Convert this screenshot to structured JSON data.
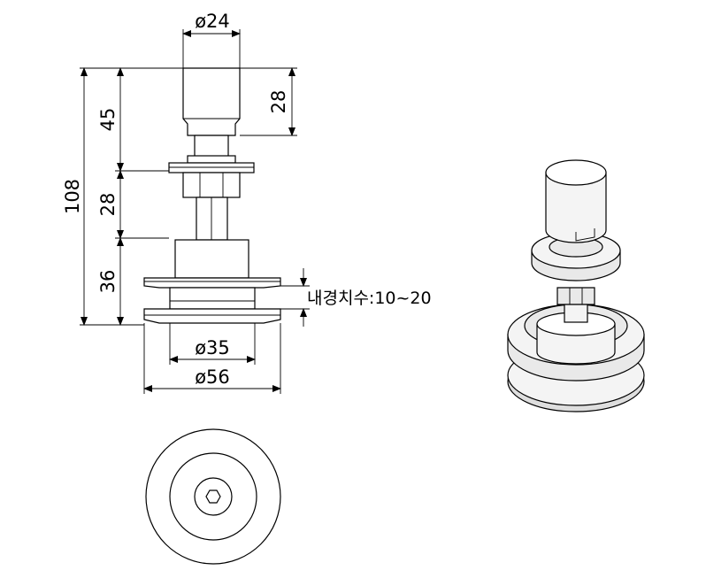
{
  "dimensions": {
    "top_diameter": "ø24",
    "cap_height": "28",
    "upper_length": "45",
    "middle_length": "28",
    "lower_length": "36",
    "total_length": "108",
    "base_inner_diameter": "ø35",
    "base_outer_diameter": "ø56"
  },
  "notes": {
    "inner_range": "내경치수:10~20"
  }
}
